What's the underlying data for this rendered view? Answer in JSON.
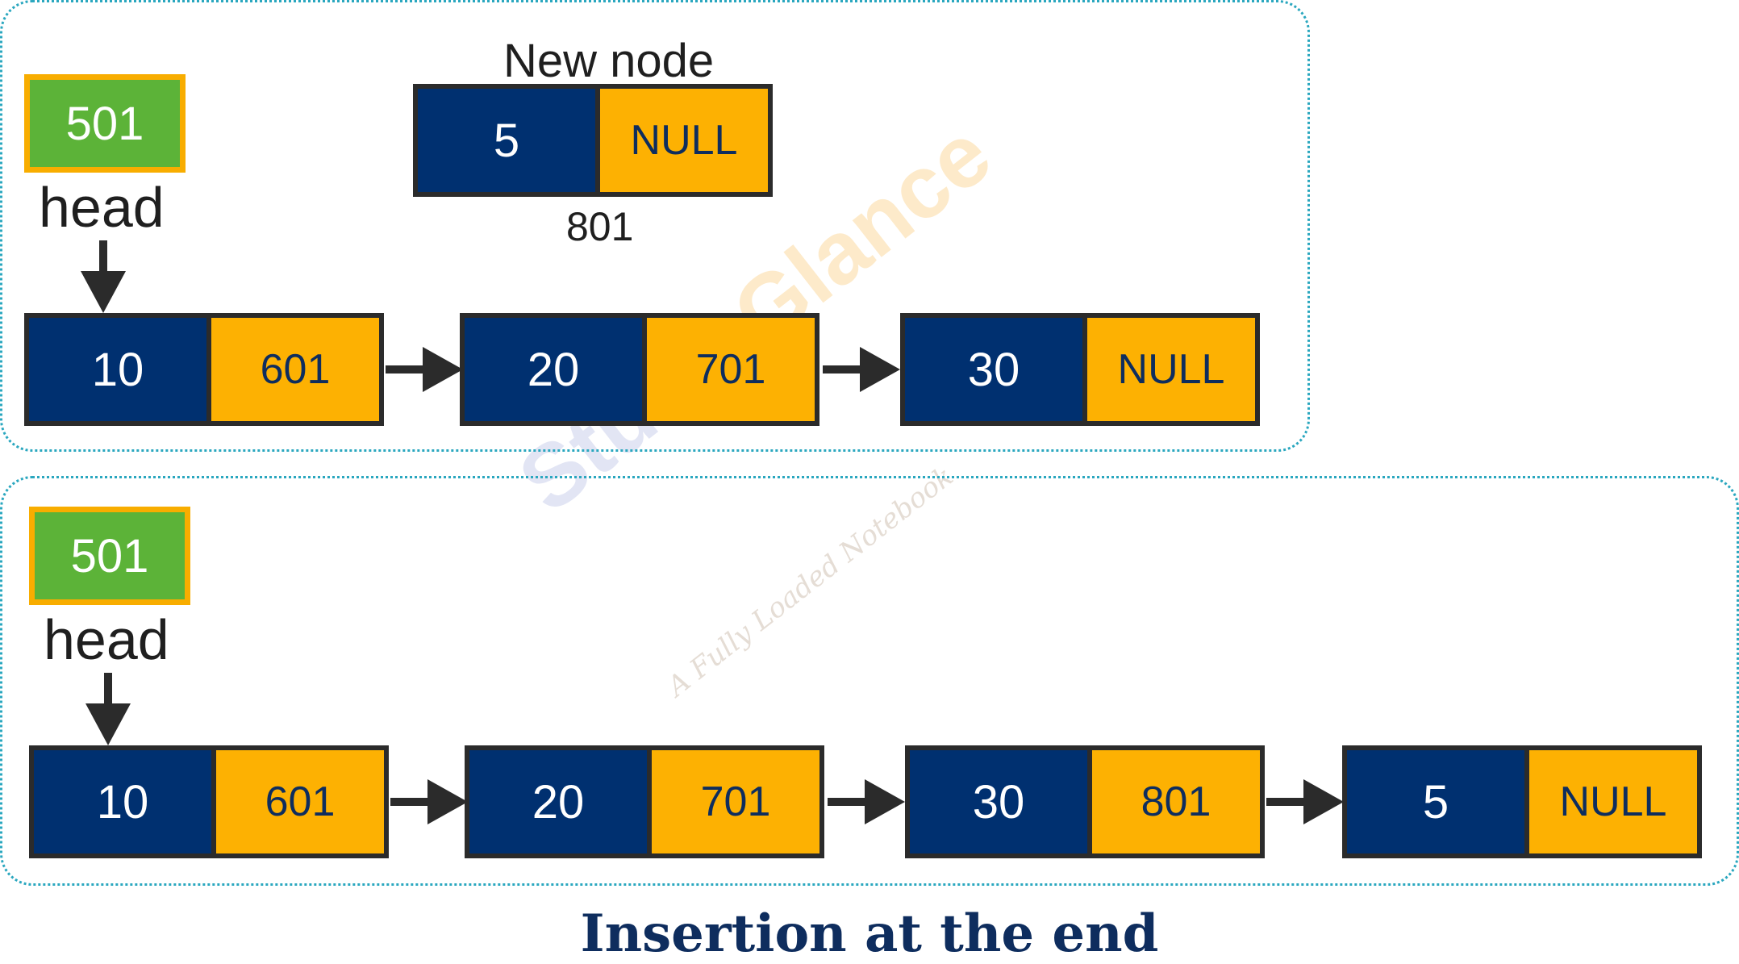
{
  "before": {
    "head": {
      "value": "501",
      "label": "head"
    },
    "new_node": {
      "title": "New node",
      "data": "5",
      "next": "NULL",
      "address": "801"
    },
    "nodes": [
      {
        "data": "10",
        "next": "601"
      },
      {
        "data": "20",
        "next": "701"
      },
      {
        "data": "30",
        "next": "NULL"
      }
    ]
  },
  "after": {
    "head": {
      "value": "501",
      "label": "head"
    },
    "nodes": [
      {
        "data": "10",
        "next": "601"
      },
      {
        "data": "20",
        "next": "701"
      },
      {
        "data": "30",
        "next": "801"
      },
      {
        "data": "5",
        "next": "NULL"
      }
    ]
  },
  "caption": "Insertion at the end",
  "watermark": {
    "brand_1": "Study",
    "brand_2": "Glance",
    "tagline": "A Fully Loaded Notebook"
  },
  "colors": {
    "data_cell": "#003070",
    "next_cell": "#fdb102",
    "head_box": "#5cb338",
    "panel_border": "#2aa7bf",
    "caption": "#0e2d5e"
  }
}
